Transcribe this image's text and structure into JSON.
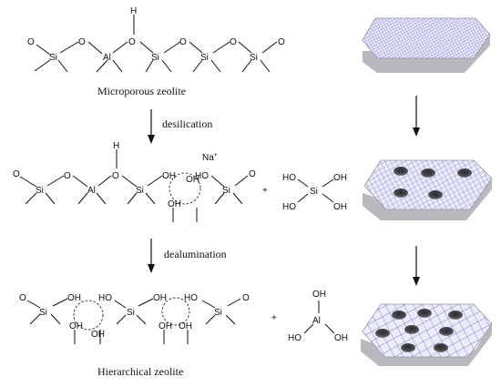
{
  "captions": {
    "microporous": "Microporous zeolite",
    "hierarchical": "Hierarchical zeolite"
  },
  "steps": {
    "step1": "desilication",
    "step2": "dealumination"
  },
  "atoms": {
    "o": "O",
    "si": "Si",
    "al": "Al",
    "h": "H",
    "oh": "OH",
    "ho": "HO",
    "na": "Na",
    "plus_sign": "+"
  },
  "superscripts": {
    "na_charge": "+"
  },
  "colors": {
    "panel_grid": "#5a5fd0",
    "panel_bg": "#e9e8f8",
    "panel_edge": "#9a9aa0",
    "hole": "#4a4a4e"
  },
  "icons": {
    "down_arrow": "down-arrow-icon",
    "porous_crystal": "zeolite-crystal-icon"
  }
}
